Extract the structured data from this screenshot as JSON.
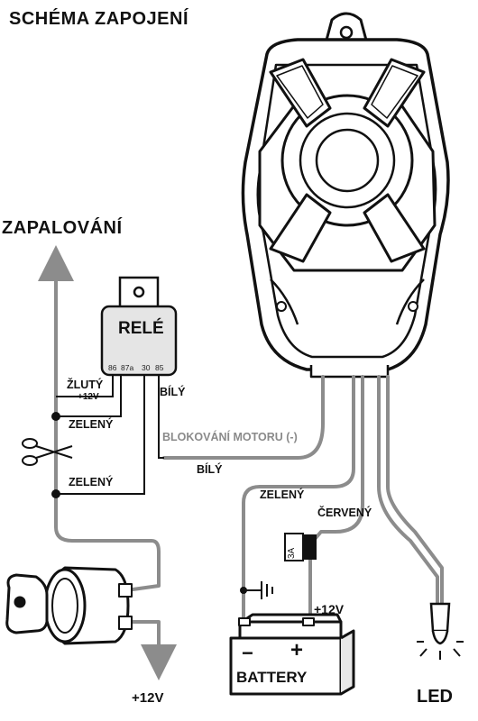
{
  "diagram": {
    "title": "SCHÉMA ZAPOJENÍ",
    "ignition_label": "ZAPALOVÁNÍ",
    "relay": {
      "label": "RELÉ",
      "pins": [
        "86",
        "87a",
        "30",
        "85"
      ]
    },
    "wires": {
      "yellow": "ŽLUTÝ",
      "yellow_voltage": "+12V",
      "green_1": "ZELENÝ",
      "green_2": "ZELENÝ",
      "green_3": "ZELENÝ",
      "white_1": "BÍLÝ",
      "white_2": "BÍLÝ",
      "red": "ČERVENÝ",
      "engine_block": "BLOKOVÁNÍ MOTORU (-)"
    },
    "fuse": "3A",
    "battery": {
      "label": "BATTERY",
      "minus": "−",
      "plus": "+",
      "plus_voltage": "+12V"
    },
    "bottom_voltage": "+12V",
    "led_label": "LED",
    "colors": {
      "wire": "#8c8c8c",
      "ink": "#111111",
      "siren_fill": "#ffffff"
    }
  }
}
